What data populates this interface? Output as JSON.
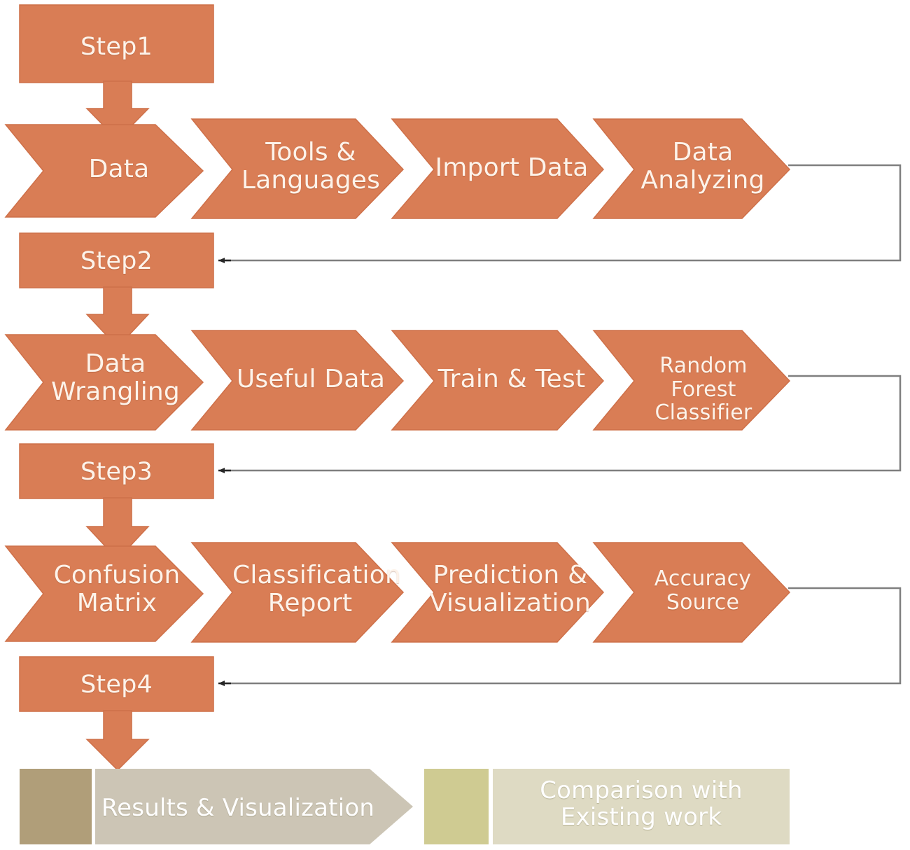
{
  "diagram": {
    "title": "Methodology flowchart",
    "colors": {
      "primary_orange": "#D97D55",
      "orange_edge": "#C96F48",
      "feedback_line": "#7F7F7F",
      "arrowhead": "#262626",
      "bottom_dark_khaki": "#B09E79",
      "bottom_tan": "#CCC5B5",
      "bottom_olive": "#CFCB92",
      "bottom_light": "#DEDAC3",
      "label_text": "#FDF3EA",
      "background": "#FFFFFF"
    },
    "steps": [
      {
        "id": "step1",
        "label": "Step1"
      },
      {
        "id": "step2",
        "label": "Step2"
      },
      {
        "id": "step3",
        "label": "Step3"
      },
      {
        "id": "step4",
        "label": "Step4"
      }
    ],
    "rows": [
      {
        "id": "row1",
        "from_step": "Step1",
        "chevrons": [
          {
            "label": "Data",
            "size": "normal"
          },
          {
            "label": "Tools &\nLanguages",
            "size": "normal"
          },
          {
            "label": "Import Data",
            "size": "normal"
          },
          {
            "label": "Data\nAnalyzing",
            "size": "normal"
          }
        ],
        "feedback_to": "Step2"
      },
      {
        "id": "row2",
        "from_step": "Step2",
        "chevrons": [
          {
            "label": "Data\nWrangling",
            "size": "normal"
          },
          {
            "label": "Useful Data",
            "size": "normal"
          },
          {
            "label": "Train & Test",
            "size": "normal"
          },
          {
            "label": "Random Forest\nClassifier",
            "size": "small"
          }
        ],
        "feedback_to": "Step3"
      },
      {
        "id": "row3",
        "from_step": "Step3",
        "chevrons": [
          {
            "label": "Confusion\nMatrix",
            "size": "normal"
          },
          {
            "label": "Classification\nReport",
            "size": "normal"
          },
          {
            "label": "Prediction &\nVisualization",
            "size": "normal"
          },
          {
            "label": "Accuracy\nSource",
            "size": "small"
          }
        ],
        "feedback_to": "Step4"
      }
    ],
    "bottom_row": {
      "from_step": "Step4",
      "blocks": [
        {
          "id": "results",
          "label": "Results & Visualization"
        },
        {
          "id": "comparison",
          "label": "Comparison with\nExisting work"
        }
      ]
    }
  }
}
